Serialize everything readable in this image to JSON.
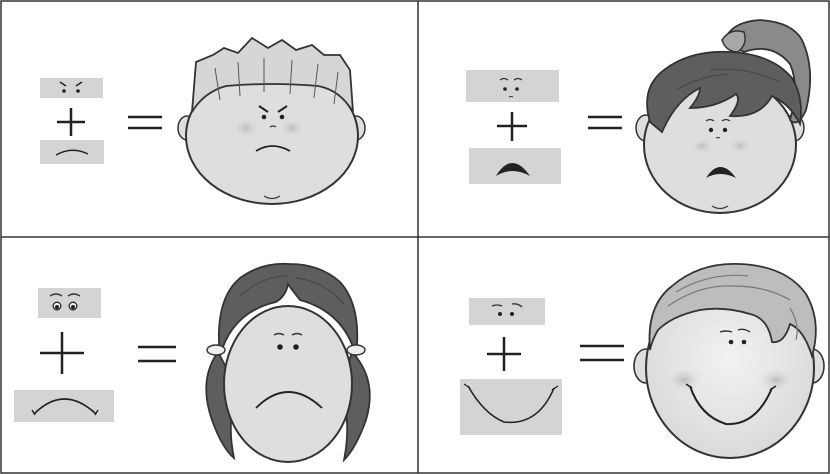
{
  "panels": [
    {
      "id": "angry-boy",
      "eyes": "angry-eyes",
      "mouth": "slight-frown",
      "result": "angry-face"
    },
    {
      "id": "sad-girl-ponytail",
      "eyes": "worried-eyes",
      "mouth": "deep-frown",
      "result": "sad-face"
    },
    {
      "id": "sad-girl-pigtails",
      "eyes": "wide-eyes",
      "mouth": "wide-frown",
      "result": "unhappy-face"
    },
    {
      "id": "happy-boy",
      "eyes": "content-eyes",
      "mouth": "big-smile",
      "result": "happy-face"
    }
  ],
  "colors": {
    "frame": "#333333",
    "patch": "#d4d4d4",
    "skin": "#dedede",
    "outline": "#333333",
    "cheek": "#c9c9c9",
    "hair_light": "#d6d6d6",
    "hair_dark": "#5e5e5e",
    "hair_medium": "#a3a3a3",
    "hair_boy_happy": "#bdbdbd",
    "symbol": "#222222"
  }
}
